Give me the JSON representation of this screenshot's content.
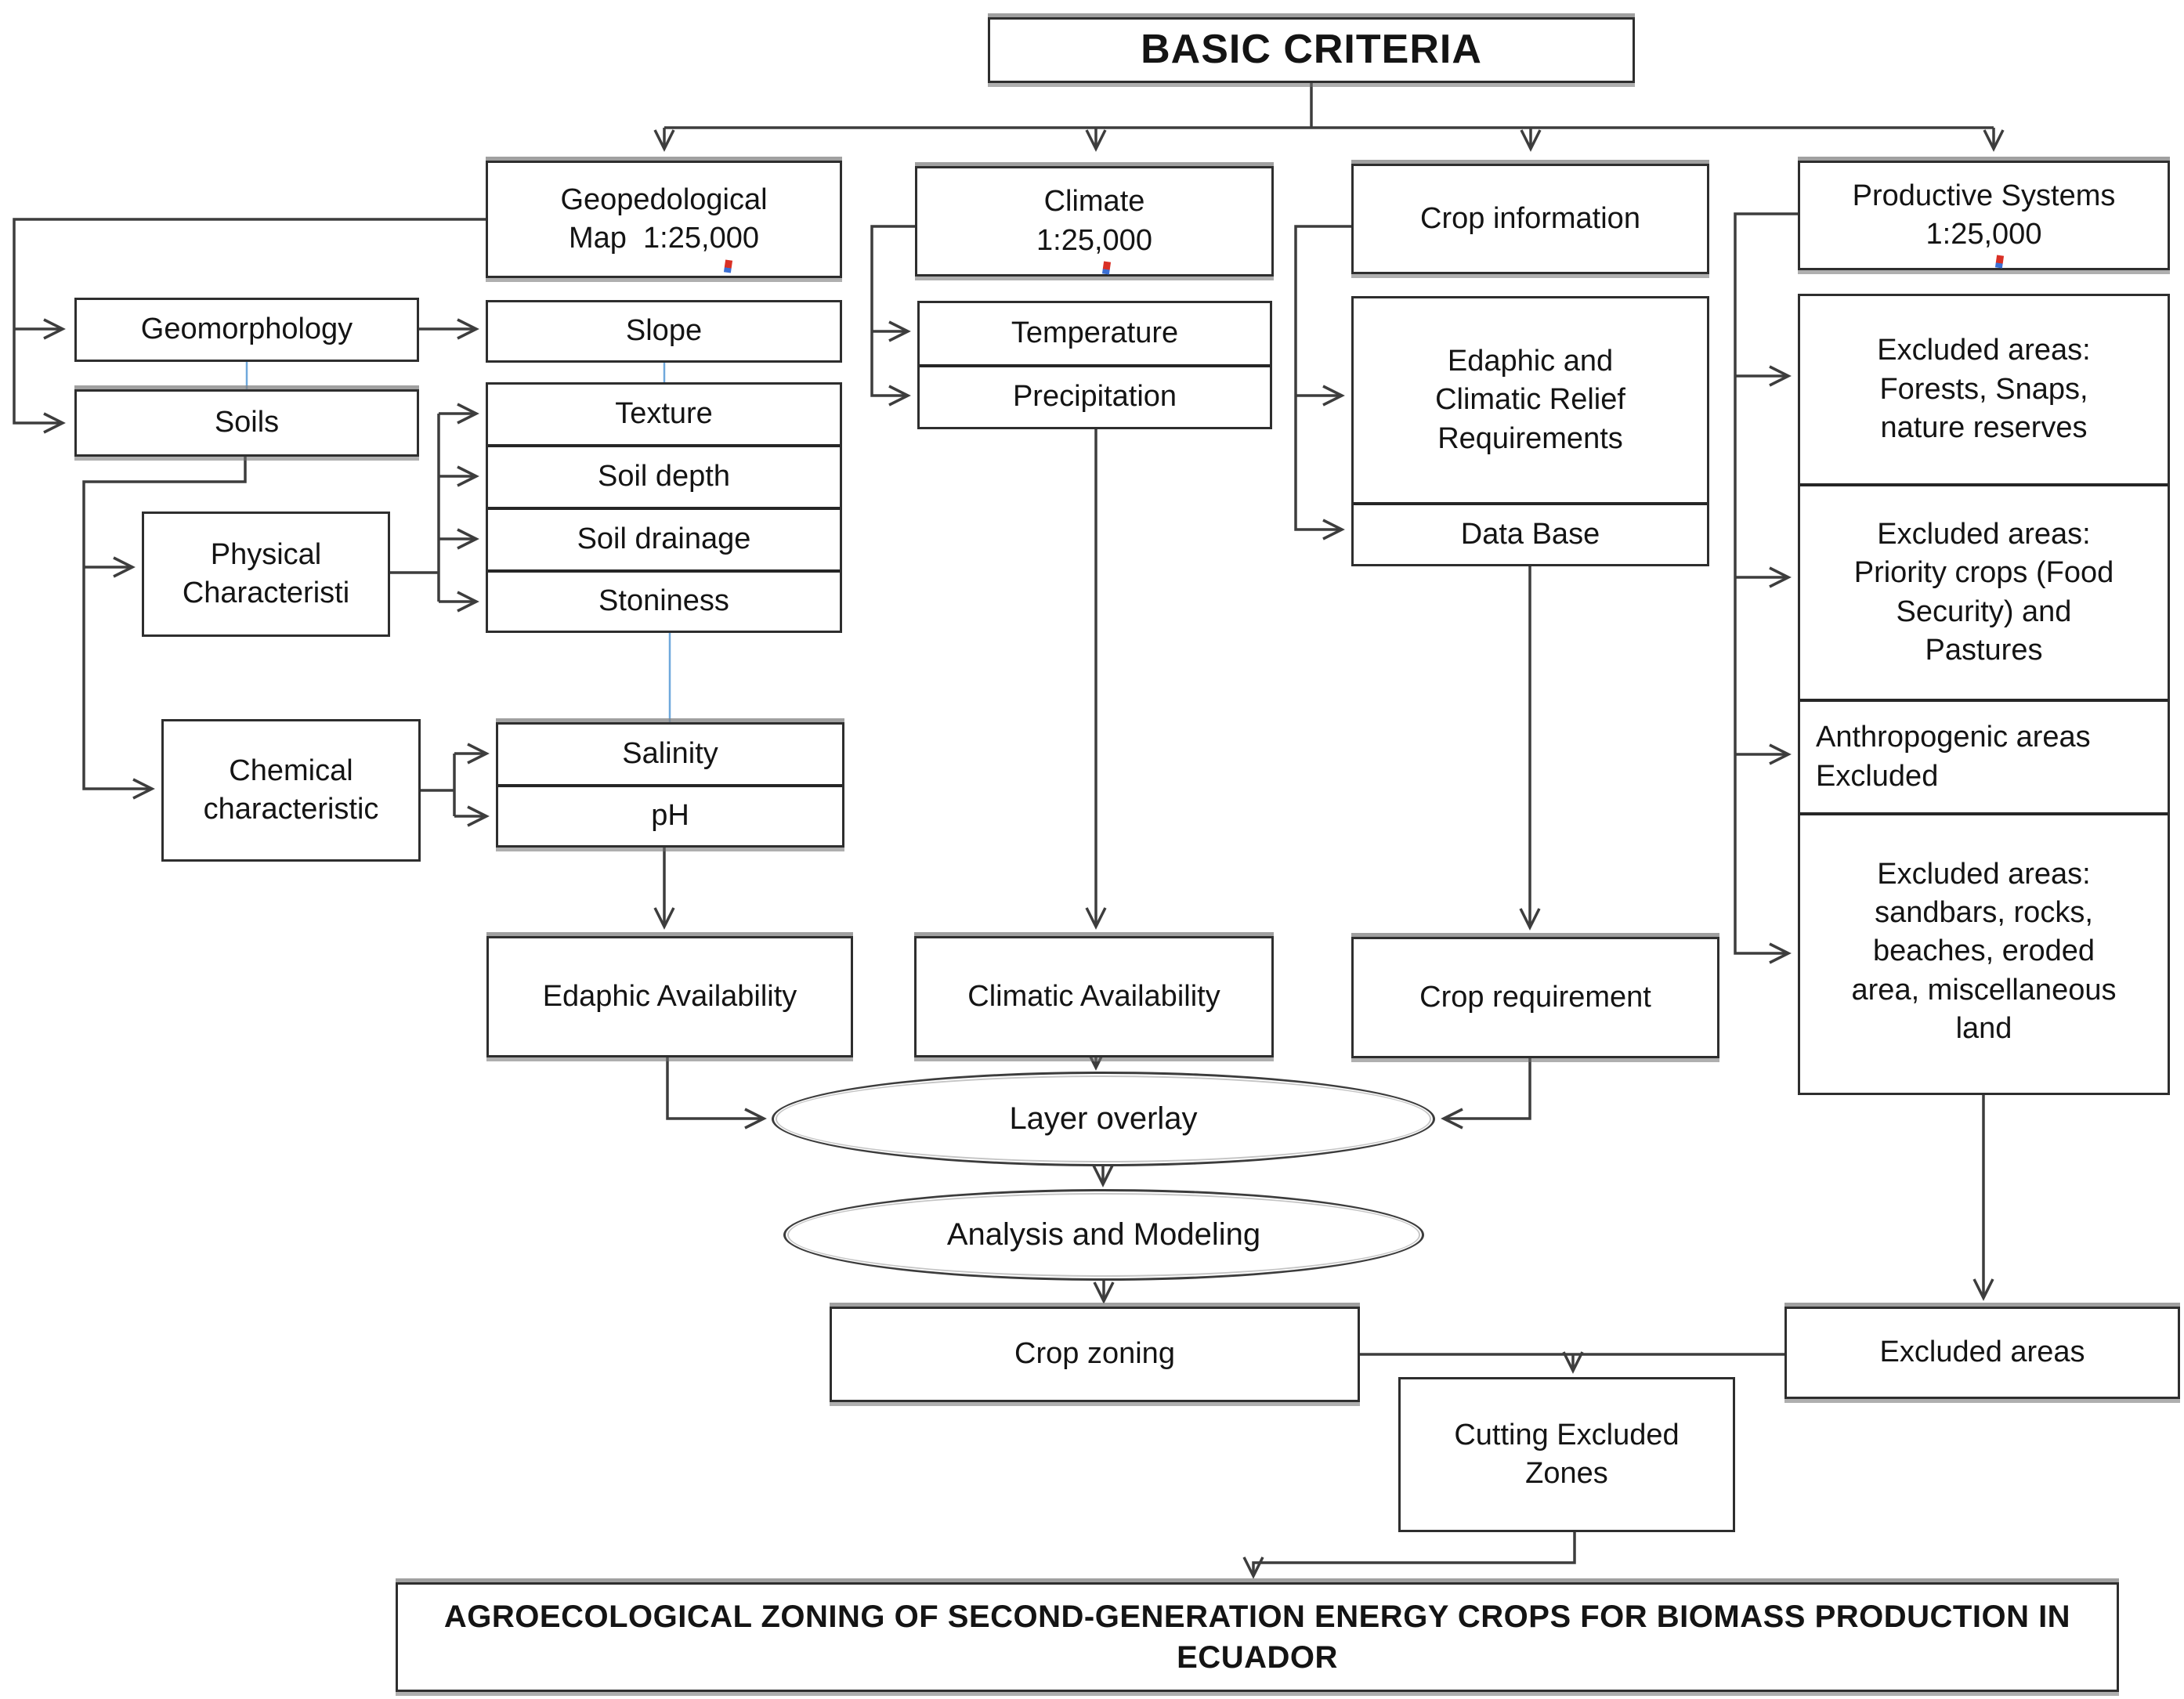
{
  "title": "BASIC CRITERIA",
  "col_geo": {
    "header": "Geopedological\nMap  1:25,000",
    "geomorphology": "Geomorphology",
    "soils": "Soils",
    "physical": "Physical\nCharacteristi",
    "chemical": "Chemical\ncharacteristic",
    "slope": "Slope",
    "texture": "Texture",
    "soil_depth": "Soil depth",
    "soil_drainage": "Soil drainage",
    "stoniness": "Stoniness",
    "salinity": "Salinity",
    "ph": "pH",
    "edaphic_availability": "Edaphic Availability"
  },
  "col_climate": {
    "header": "Climate\n1:25,000",
    "temperature": "Temperature",
    "precipitation": "Precipitation",
    "climatic_availability": "Climatic Availability"
  },
  "col_crop": {
    "header": "Crop information",
    "requirements": "Edaphic and\nClimatic Relief\nRequirements",
    "data_base": "Data Base",
    "crop_requirement": "Crop requirement"
  },
  "col_productive": {
    "header": "Productive Systems\n1:25,000",
    "excluded_forests": "Excluded areas:\nForests, Snaps,\nnature reserves",
    "excluded_priority": "Excluded areas:\nPriority crops (Food\nSecurity) and\nPastures",
    "excluded_anthropogenic": "Anthropogenic areas\nExcluded",
    "excluded_misc": "Excluded areas:\nsandbars, rocks,\nbeaches, eroded\narea, miscellaneous\nland",
    "excluded_areas": "Excluded areas"
  },
  "flow": {
    "layer_overlay": "Layer overlay",
    "analysis_modeling": "Analysis and Modeling",
    "crop_zoning": "Crop zoning",
    "cutting_excluded": "Cutting Excluded\nZones",
    "final_banner": "AGROECOLOGICAL ZONING OF SECOND-GENERATION ENERGY CROPS FOR BIOMASS PRODUCTION IN  ECUADOR"
  },
  "colors": {
    "line": "#3d3d3d",
    "blue_link": "#6fa8dc",
    "border": "#2e2e2e"
  }
}
